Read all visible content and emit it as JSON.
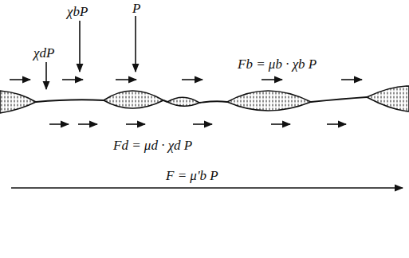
{
  "diagram": {
    "labels": [
      "χdP",
      "χbP",
      "P",
      "Fb = μb · χb P",
      "Fd = μd · χd P",
      "F = μ'b P"
    ]
  }
}
